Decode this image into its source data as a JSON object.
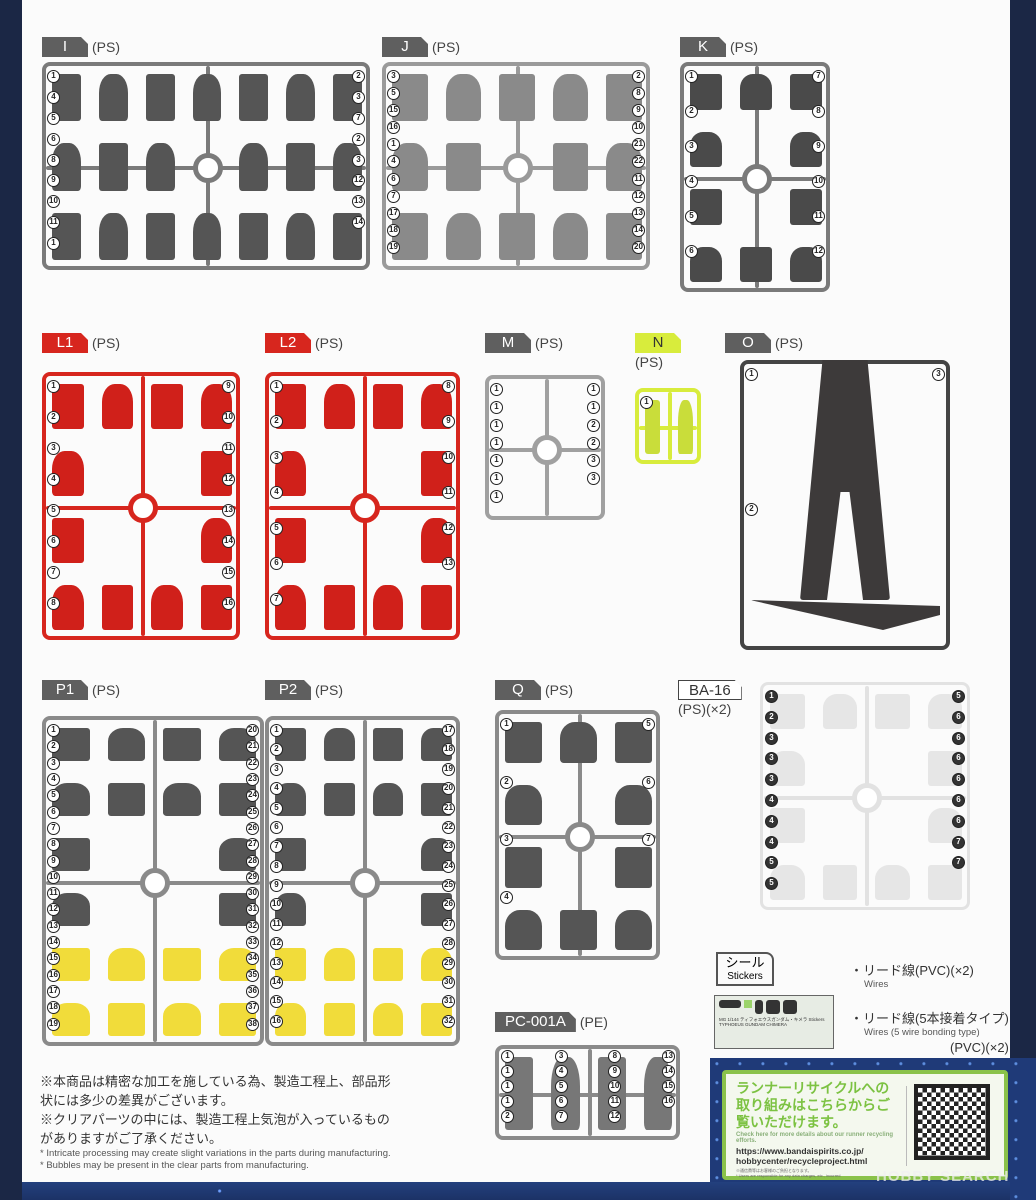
{
  "runners": [
    {
      "id": "I",
      "name": "I",
      "material": "(PS)",
      "tab_color": "#5f5f5f",
      "part_color": "#555555",
      "frame_color": "#7a7a7a",
      "numbers": [
        "1",
        "4",
        "5",
        "6",
        "8",
        "9",
        "10",
        "11",
        "1",
        "2",
        "3",
        "7",
        "2",
        "3",
        "12",
        "13",
        "14"
      ]
    },
    {
      "id": "J",
      "name": "J",
      "material": "(PS)",
      "tab_color": "#5f5f5f",
      "part_color": "#8a8a8a",
      "frame_color": "#9a9a9a",
      "numbers": [
        "3",
        "5",
        "15",
        "16",
        "1",
        "4",
        "6",
        "7",
        "17",
        "18",
        "19",
        "2",
        "8",
        "9",
        "10",
        "21",
        "22",
        "11",
        "12",
        "13",
        "14",
        "20"
      ]
    },
    {
      "id": "K",
      "name": "K",
      "material": "(PS)",
      "tab_color": "#5f5f5f",
      "part_color": "#4a4a4a",
      "frame_color": "#7a7a7a",
      "numbers": [
        "1",
        "2",
        "3",
        "4",
        "5",
        "6",
        "7",
        "8",
        "9",
        "10",
        "11",
        "12"
      ]
    },
    {
      "id": "L1",
      "name": "L1",
      "material": "(PS)",
      "tab_color": "#d7261e",
      "part_color": "#d0201a",
      "frame_color": "#d7261e",
      "numbers": [
        "1",
        "2",
        "3",
        "4",
        "5",
        "6",
        "7",
        "8",
        "9",
        "10",
        "11",
        "12",
        "13",
        "14",
        "15",
        "16"
      ]
    },
    {
      "id": "L2",
      "name": "L2",
      "material": "(PS)",
      "tab_color": "#d7261e",
      "part_color": "#d0201a",
      "frame_color": "#d7261e",
      "numbers": [
        "1",
        "2",
        "3",
        "4",
        "5",
        "6",
        "7",
        "8",
        "9",
        "10",
        "11",
        "12",
        "13"
      ]
    },
    {
      "id": "M",
      "name": "M",
      "material": "(PS)",
      "tab_color": "#5f5f5f",
      "part_color": "#9a9a9a",
      "frame_color": "#a0a0a0",
      "numbers": [
        "1",
        "1",
        "1",
        "1",
        "1",
        "1",
        "1",
        "1",
        "1",
        "2",
        "2",
        "3",
        "3"
      ]
    },
    {
      "id": "N",
      "name": "N",
      "material": "(PS)",
      "tab_color": "#d8ec3c",
      "part_color": "#c9dd3a",
      "frame_color": "#d8ec3c",
      "numbers": [
        "1"
      ]
    },
    {
      "id": "O",
      "name": "O",
      "material": "(PS)",
      "tab_color": "#5f5f5f",
      "part_color": "#3d3a3a",
      "frame_color": "#444444",
      "numbers": [
        "1",
        "2",
        "3"
      ]
    },
    {
      "id": "P1",
      "name": "P1",
      "material": "(PS)",
      "tab_color": "#5f5f5f",
      "part_color": "#555555",
      "frame_color": "#8a8a8a",
      "numbers": [
        "1",
        "2",
        "3",
        "4",
        "5",
        "6",
        "7",
        "8",
        "9",
        "10",
        "11",
        "12",
        "13",
        "14",
        "15",
        "16",
        "17",
        "18",
        "19",
        "20",
        "21",
        "22",
        "23",
        "24",
        "25",
        "26",
        "27",
        "28",
        "29",
        "30",
        "31",
        "32",
        "33",
        "34",
        "35",
        "36",
        "37",
        "38"
      ]
    },
    {
      "id": "P2",
      "name": "P2",
      "material": "(PS)",
      "tab_color": "#5f5f5f",
      "part_color": "#555555",
      "frame_color": "#8a8a8a",
      "numbers": [
        "1",
        "2",
        "3",
        "4",
        "5",
        "6",
        "7",
        "8",
        "9",
        "10",
        "11",
        "12",
        "13",
        "14",
        "15",
        "16",
        "17",
        "18",
        "19",
        "20",
        "21",
        "22",
        "23",
        "24",
        "25",
        "26",
        "27",
        "28",
        "29",
        "30",
        "31",
        "32"
      ]
    },
    {
      "id": "Q",
      "name": "Q",
      "material": "(PS)",
      "tab_color": "#5f5f5f",
      "part_color": "#555555",
      "frame_color": "#8a8a8a",
      "numbers": [
        "1",
        "2",
        "3",
        "4",
        "5",
        "6",
        "7"
      ]
    },
    {
      "id": "BA16",
      "name": "BA-16",
      "material": "(PS)(×2)",
      "tab_color": "#ffffff",
      "part_color": "#e6e6e6",
      "frame_color": "#e2e2e2",
      "numbers": [
        "1",
        "2",
        "3",
        "3",
        "3",
        "4",
        "4",
        "4",
        "5",
        "5",
        "5",
        "6",
        "6",
        "6",
        "6",
        "6",
        "6",
        "7",
        "7"
      ]
    },
    {
      "id": "PC",
      "name": "PC-001A",
      "material": "(PE)",
      "tab_color": "#5f5f5f",
      "part_color": "#777777",
      "frame_color": "#8a8a8a",
      "numbers": [
        "1",
        "1",
        "1",
        "1",
        "2",
        "3",
        "4",
        "5",
        "6",
        "7",
        "8",
        "9",
        "10",
        "11",
        "12",
        "13",
        "14",
        "15",
        "16"
      ]
    }
  ],
  "stickers": {
    "title_jp": "シール",
    "title_en": "Stickers",
    "sheet_text": "MG 1/144 ティフォエウスガンダム・キメラ  Stickers TYPHOEUS GUNDAM CHIMERA"
  },
  "wires": [
    {
      "jp": "・リード線(PVC)(×2)",
      "en": "Wires"
    },
    {
      "jp": "・リード線(5本接着タイプ)",
      "en": "Wires (5 wire bonding type)",
      "suffix": "(PVC)(×2)"
    }
  ],
  "notes": {
    "jp1": "※本商品は精密な加工を施している為、製造工程上、部品形状には多少の差異がございます。",
    "jp2": "※クリアパーツの中には、製造工程上気泡が入っているものがありますがご了承ください。",
    "en1": "* Intricate processing may create slight variations in the parts during manufacturing.",
    "en2": "* Bubbles may be present in the clear parts from manufacturing."
  },
  "recycle": {
    "jp": "ランナーリサイクルへの取り組みはこちらからご覧いただけます。",
    "en": "Check here for more details about our runner recycling efforts.",
    "url1": "https://www.bandaispirits.co.jp/",
    "url2": "hobbycenter/recycleproject.html",
    "fine_jp": "※通信費等はお客様のご負担となります。",
    "fine_en": "* Users are responsible for any data charges, etc., incurred"
  },
  "watermark": "HOBBY SEARCH",
  "colors": {
    "red": "#d7261e",
    "yellow": "#f1dc3a",
    "lime": "#d8ec3c",
    "green": "#8ac24a",
    "navy": "#1b2745"
  }
}
